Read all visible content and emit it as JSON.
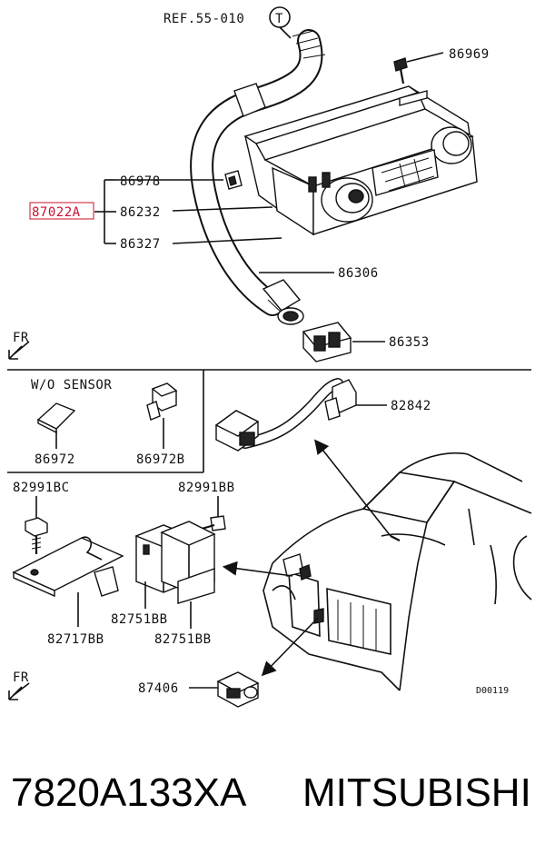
{
  "ref": {
    "text": "REF.55-010",
    "circle": "T"
  },
  "parts": {
    "p86969": "86969",
    "p86978": "86978",
    "p87022A": "87022A",
    "p86232": "86232",
    "p86327": "86327",
    "p86306": "86306",
    "p86353": "86353",
    "p82842": "82842",
    "p86972": "86972",
    "p86972B": "86972B",
    "p82991BC": "82991BC",
    "p82991BB": "82991BB",
    "p82751BB_a": "82751BB",
    "p82751BB_b": "82751BB",
    "p82717BB": "82717BB",
    "p87406": "87406"
  },
  "fr_top": "FR",
  "fr_bottom": "FR",
  "wo_sensor": "W/O SENSOR",
  "drawing_id": "D00119",
  "caption": {
    "part_number": "7820A133XA",
    "brand": "MITSUBISHI"
  },
  "colors": {
    "highlight": "#c8102e",
    "ink": "#111111"
  }
}
